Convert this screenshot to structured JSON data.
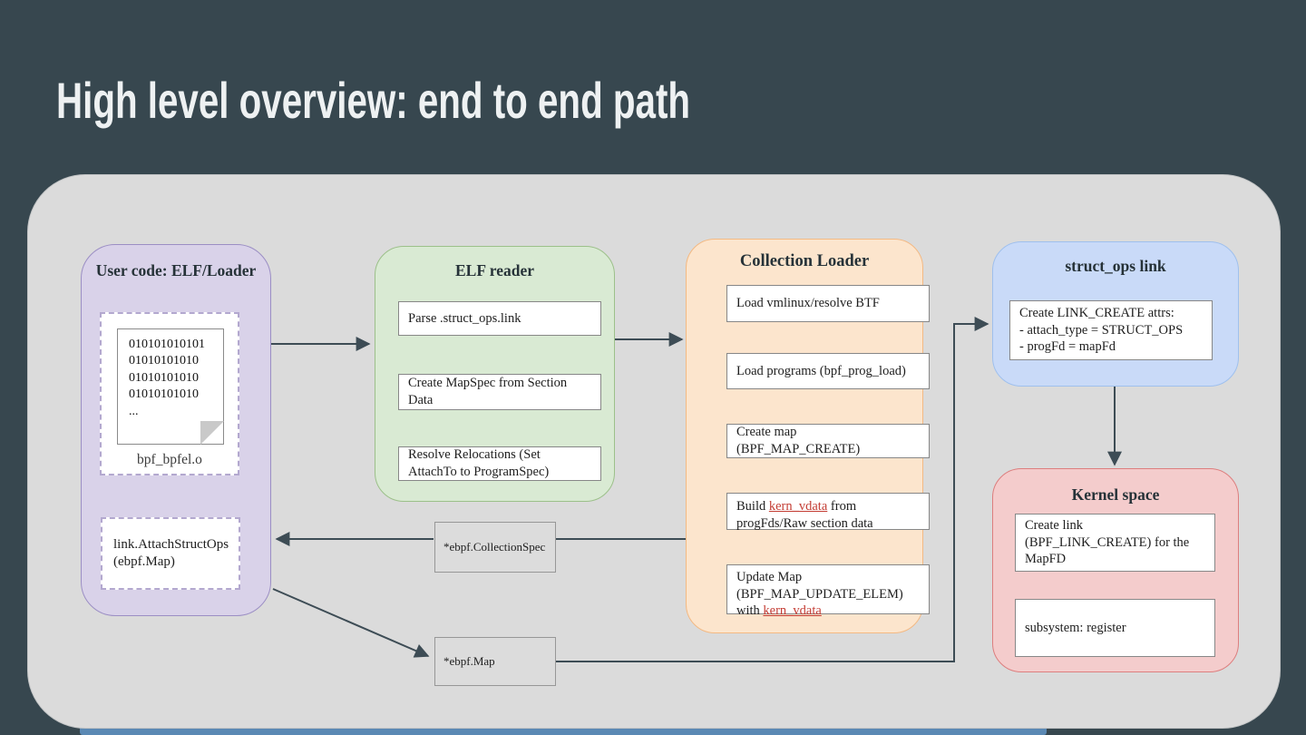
{
  "slide": {
    "title": "High level overview: end to end path"
  },
  "groups": {
    "user_code": {
      "title": "User code: ELF/Loader",
      "file": {
        "binary": "010101010101\n01010101010\n01010101010\n01010101010\n...",
        "filename": "bpf_bpfel.o"
      },
      "attach_box": "link.AttachStructOps (ebpf.Map)"
    },
    "elf_reader": {
      "title": "ELF reader",
      "steps": [
        "Parse .struct_ops.link",
        "Create MapSpec from Section Data",
        "Resolve Relocations (Set AttachTo to ProgramSpec)"
      ]
    },
    "collection_loader": {
      "title": "Collection Loader",
      "steps": [
        "Load vmlinux/resolve BTF",
        "Load programs (bpf_prog_load)",
        "Create map (BPF_MAP_CREATE)"
      ],
      "build_step": {
        "pre": "Build ",
        "link": "kern_vdata",
        "post": " from progFds/Raw section data"
      },
      "update_step": {
        "pre": "Update Map (BPF_MAP_UPDATE_ELEM) with ",
        "link": "kern_vdata"
      }
    },
    "struct_ops_link": {
      "title": "struct_ops link",
      "attrs": "Create LINK_CREATE attrs:\n- attach_type = STRUCT_OPS\n- progFd = mapFd"
    },
    "kernel_space": {
      "title": "Kernel space",
      "steps": [
        "Create link (BPF_LINK_CREATE) for the MapFD",
        "subsystem: register"
      ]
    },
    "intermediates": {
      "collection_spec": "*ebpf.CollectionSpec",
      "map": "*ebpf.Map"
    }
  },
  "colors": {
    "background": "#37474f",
    "panel": "#dbdbdb",
    "user_code_fill": "#d9d2e9",
    "elf_reader_fill": "#d9ead3",
    "collection_loader_fill": "#fce5cd",
    "struct_ops_fill": "#c9daf8",
    "kernel_space_fill": "#f4cccc",
    "link_text": "#c43d34",
    "arrow": "#3d4c55",
    "bottom_bar": "#5b89b4"
  }
}
